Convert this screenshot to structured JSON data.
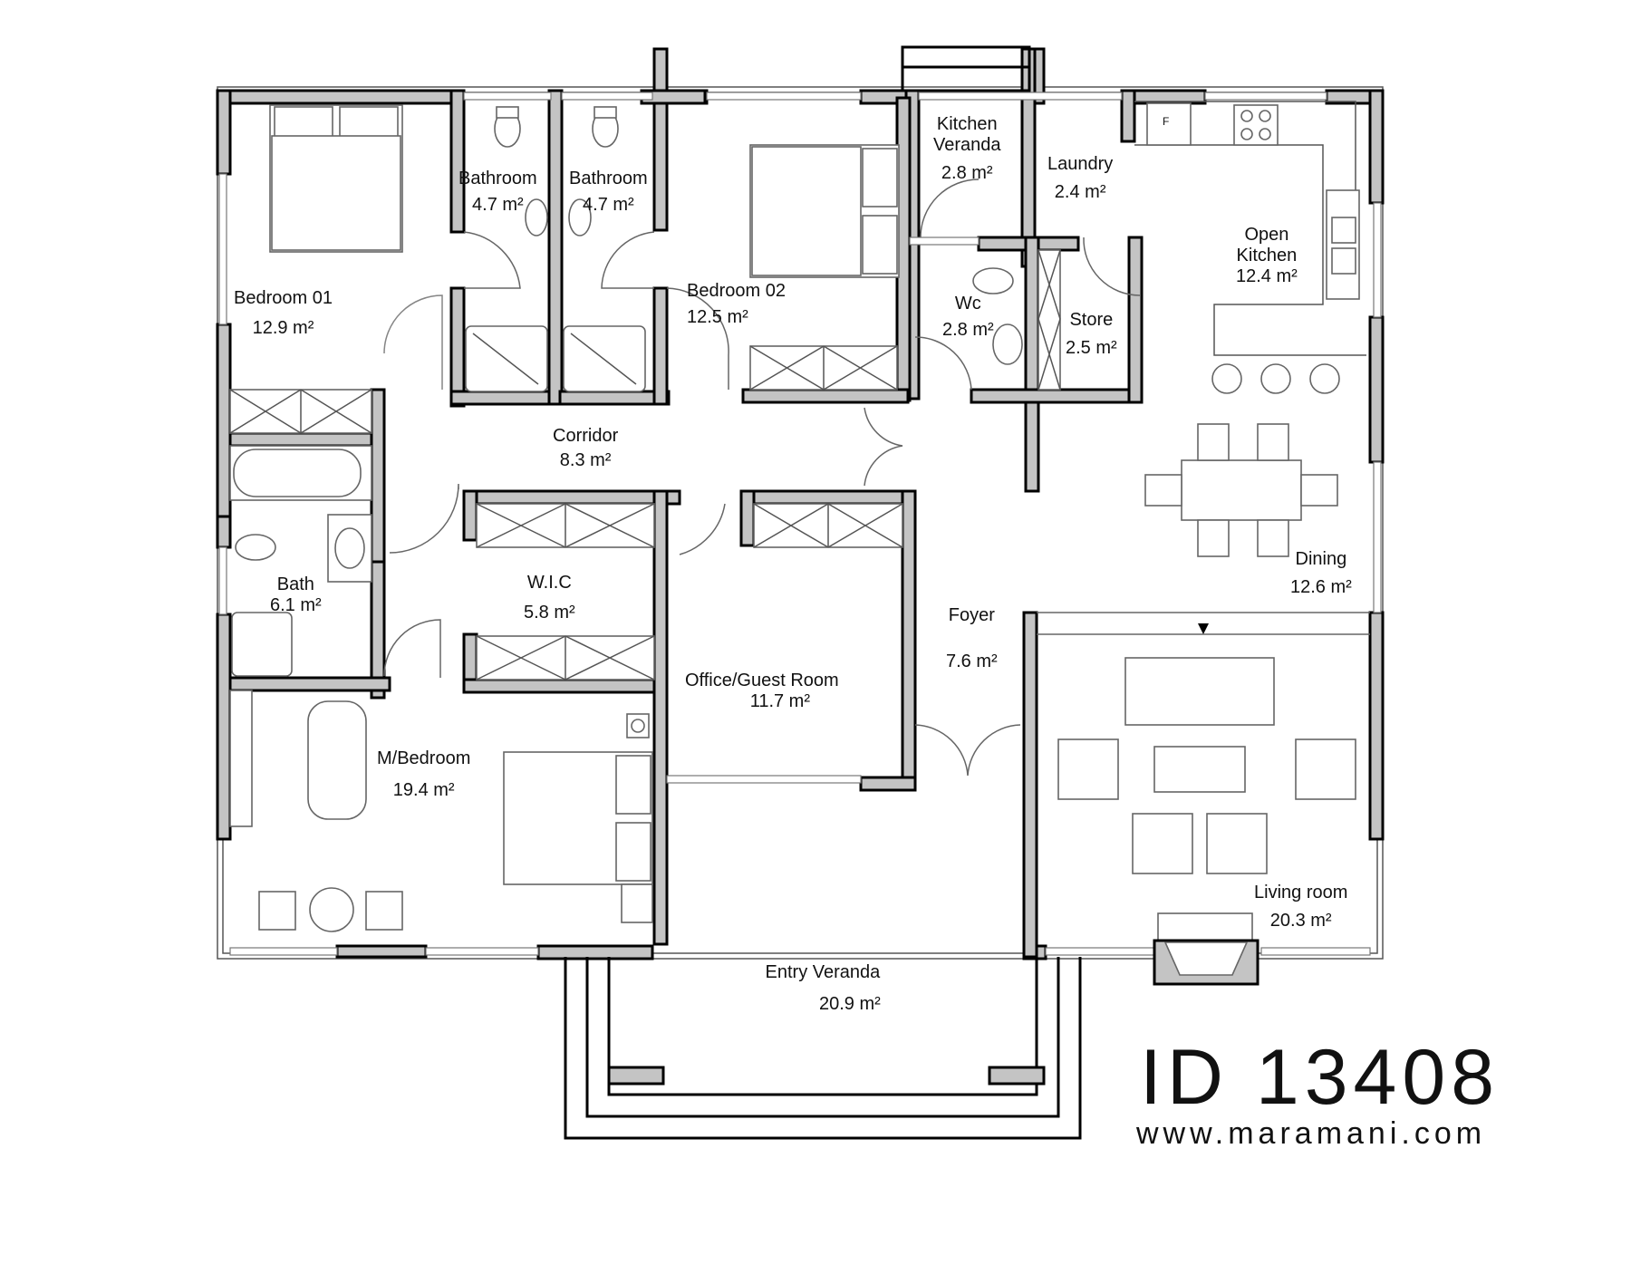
{
  "plan": {
    "id_title": "ID 13408",
    "website": "www.maramani.com",
    "area_unit": "m²",
    "rooms": [
      {
        "name": "Bedroom 01",
        "area": "12.9 m²"
      },
      {
        "name": "Bathroom",
        "area": "4.7 m²"
      },
      {
        "name": "Bathroom",
        "area": "4.7 m²"
      },
      {
        "name": "Bedroom 02",
        "area": "12.5 m²"
      },
      {
        "name": "Kitchen Veranda",
        "area": "2.8 m²"
      },
      {
        "name": "Laundry",
        "area": "2.4 m²"
      },
      {
        "name": "Open Kitchen",
        "area": "12.4 m²"
      },
      {
        "name": "Wc",
        "area": "2.8 m²"
      },
      {
        "name": "Store",
        "area": "2.5 m²"
      },
      {
        "name": "Corridor",
        "area": "8.3 m²"
      },
      {
        "name": "Bath",
        "area": "6.1 m²"
      },
      {
        "name": "W.I.C",
        "area": "5.8 m²"
      },
      {
        "name": "Office/Guest Room",
        "area": "11.7 m²"
      },
      {
        "name": "Foyer",
        "area": "7.6 m²"
      },
      {
        "name": "Dining",
        "area": "12.6 m²"
      },
      {
        "name": "M/Bedroom",
        "area": "19.4 m²"
      },
      {
        "name": "Living room",
        "area": "20.3 m²"
      },
      {
        "name": "Entry Veranda",
        "area": "20.9 m²"
      }
    ],
    "fridge_label": "F",
    "kitchen_veranda_line1": "Kitchen",
    "kitchen_veranda_line2": "Veranda",
    "open_kitchen_line1": "Open",
    "open_kitchen_line2": "Kitchen"
  }
}
